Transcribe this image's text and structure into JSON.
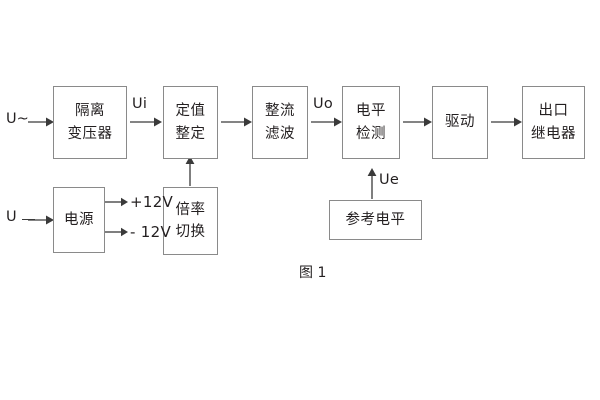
{
  "diagram": {
    "caption": "图 1",
    "colors": {
      "box_border": "#8a8a8a",
      "wire": "#3a3a3a",
      "text": "#231f20",
      "background": "#ffffff"
    },
    "blocks": [
      {
        "id": "isolation-transformer",
        "lines": [
          "隔离",
          "变压器"
        ]
      },
      {
        "id": "setpoint-setting",
        "lines": [
          "定值",
          "整定"
        ]
      },
      {
        "id": "rectify-filter",
        "lines": [
          "整流",
          "滤波"
        ]
      },
      {
        "id": "level-detection",
        "lines": [
          "电平",
          "检测"
        ]
      },
      {
        "id": "drive",
        "lines": [
          "驱动"
        ]
      },
      {
        "id": "output-relay",
        "lines": [
          "出口",
          "继电器"
        ]
      },
      {
        "id": "power-supply",
        "lines": [
          "电源"
        ]
      },
      {
        "id": "multiplier-switch",
        "lines": [
          "倍率",
          "切换"
        ]
      },
      {
        "id": "reference-level",
        "lines": [
          "参考电平"
        ]
      }
    ],
    "signal_labels": {
      "ac_input": "U~",
      "dc_input": "U",
      "ui": "Ui",
      "uo": "Uo",
      "ue": "Ue",
      "rail_positive": "+12V",
      "rail_negative": "- 12V"
    }
  }
}
